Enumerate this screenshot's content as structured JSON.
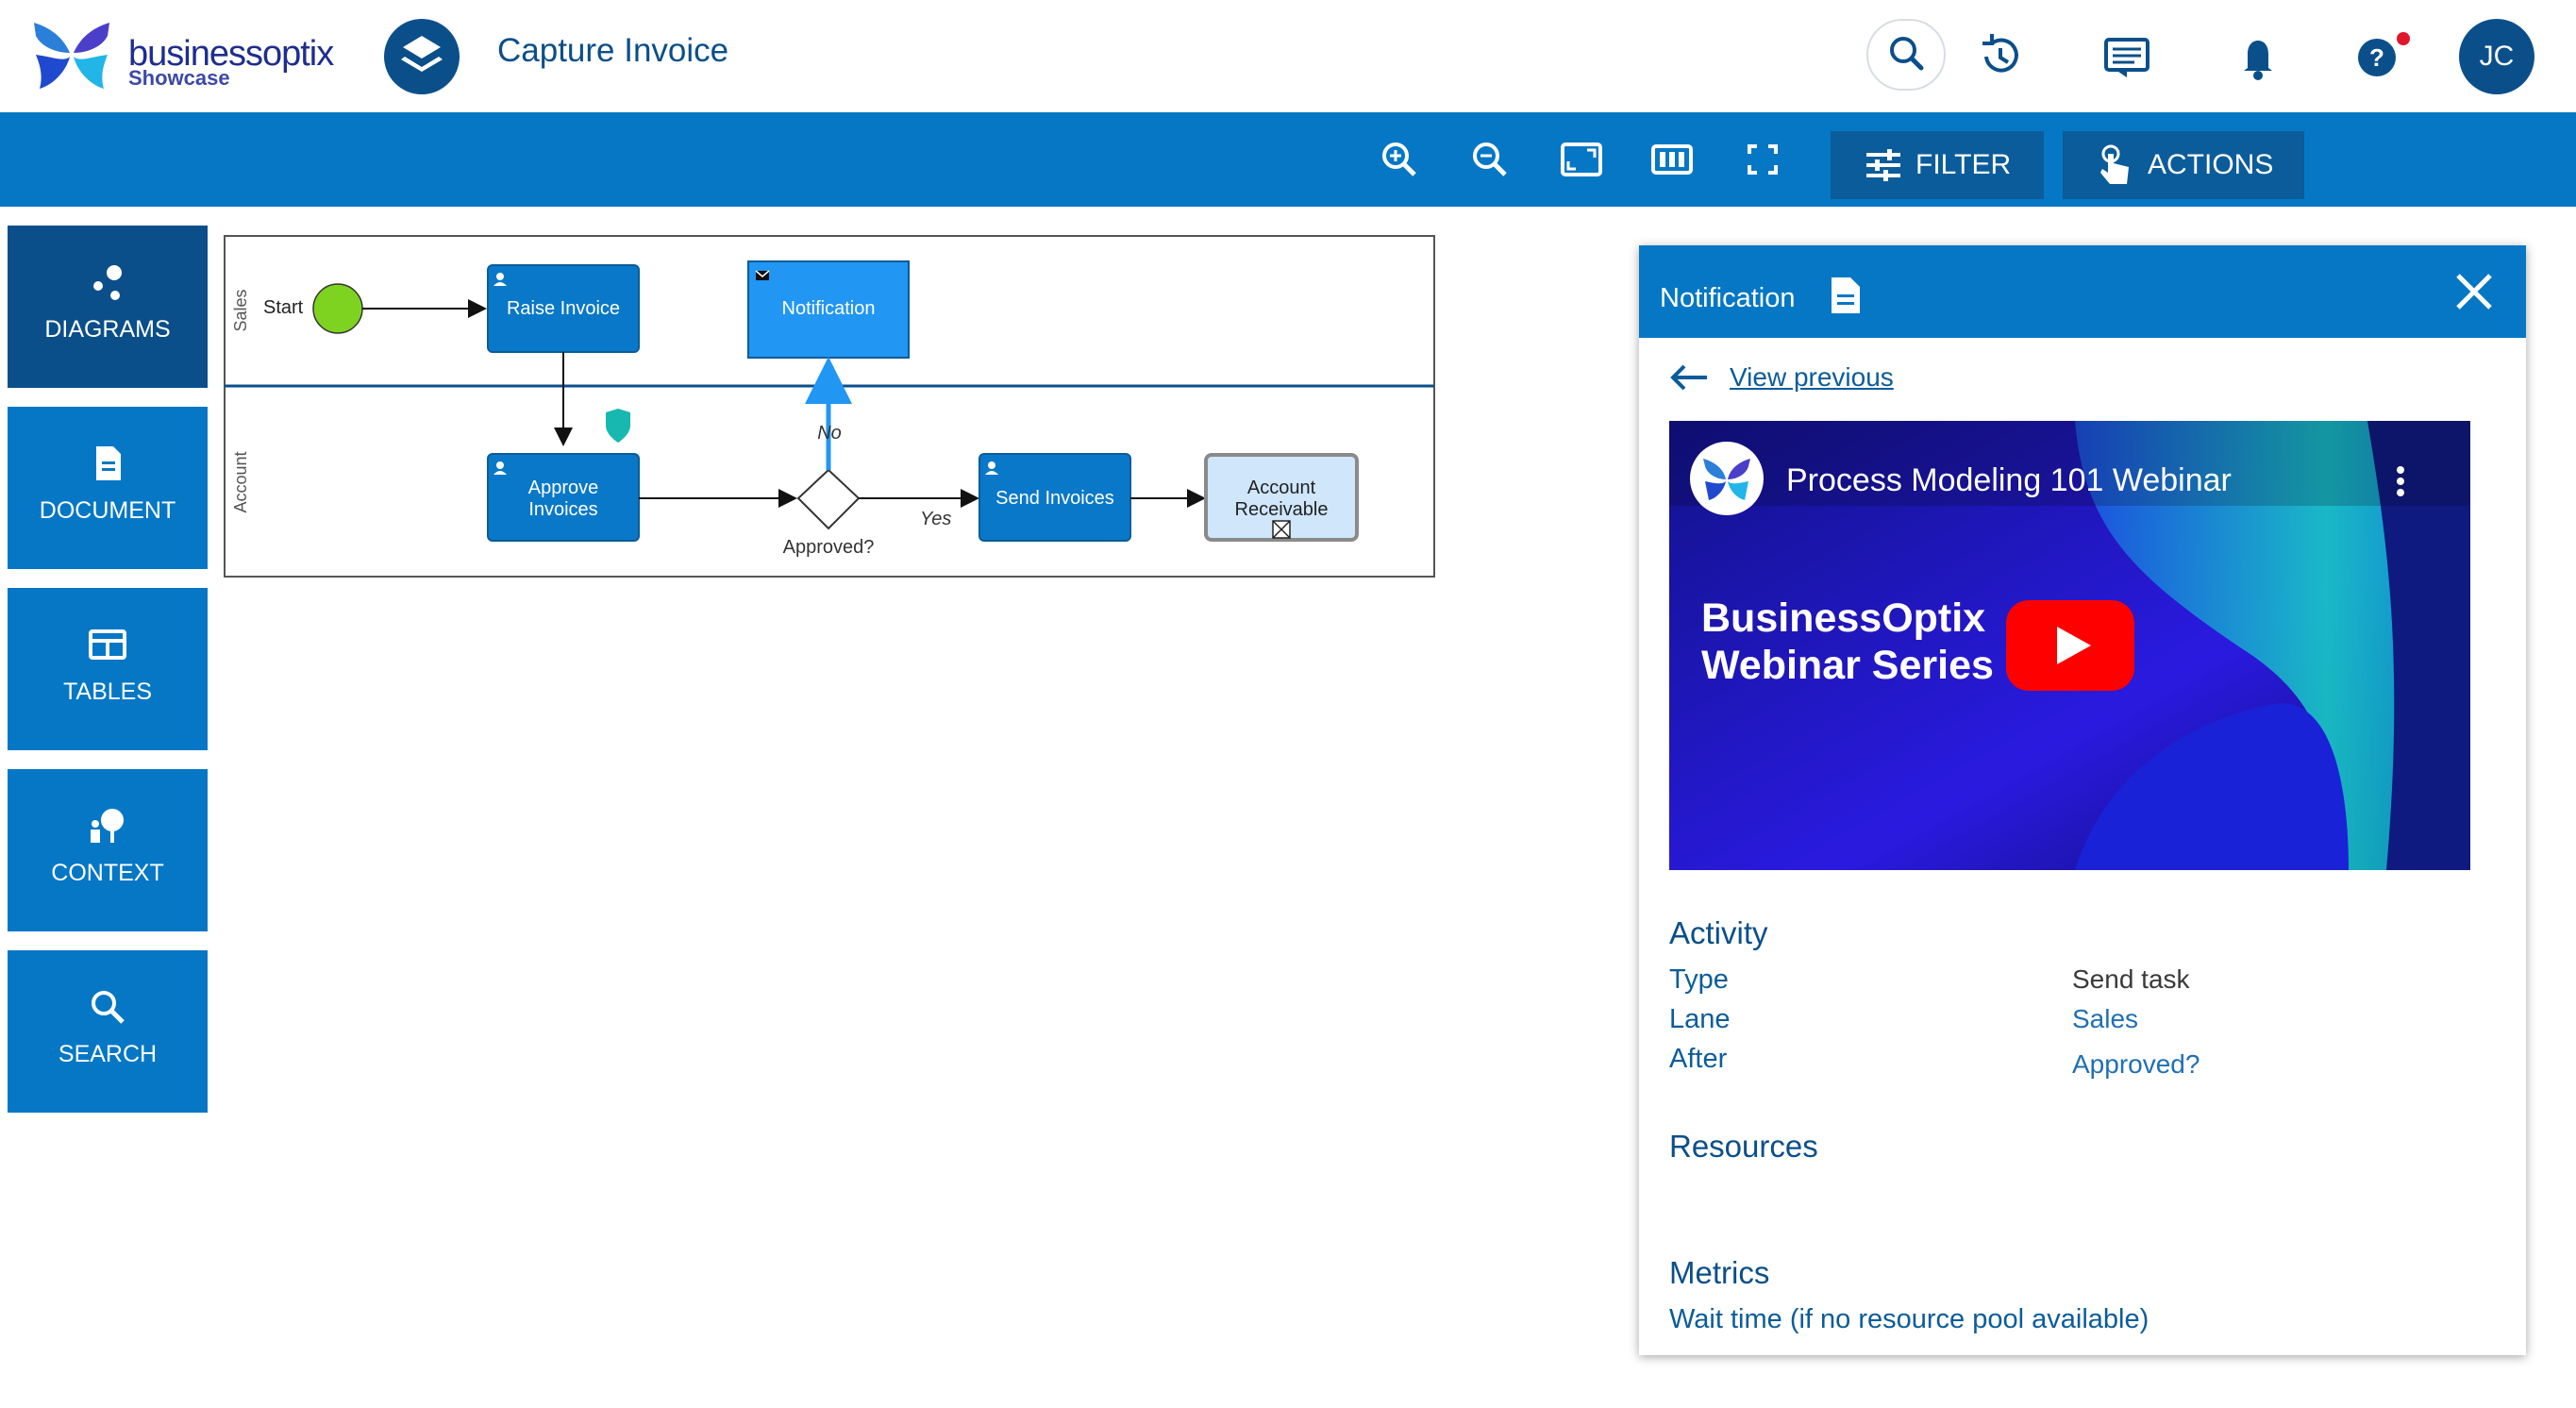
{
  "header": {
    "logo_text": "businessoptix",
    "logo_sub": "Showcase",
    "title": "Capture Invoice",
    "avatar_initials": "JC",
    "icons": [
      "search-icon",
      "history-icon",
      "messages-icon",
      "bell-icon",
      "help-icon"
    ]
  },
  "toolbar": {
    "filter_label": "FILTER",
    "actions_label": "ACTIONS",
    "icons": [
      "zoom-in-icon",
      "zoom-out-icon",
      "fit-page-icon",
      "fit-width-icon",
      "fullscreen-icon"
    ]
  },
  "nav": {
    "items": [
      {
        "label": "DIAGRAMS",
        "icon": "diagrams-icon",
        "active": true
      },
      {
        "label": "DOCUMENT",
        "icon": "document-icon",
        "active": false
      },
      {
        "label": "TABLES",
        "icon": "tables-icon",
        "active": false
      },
      {
        "label": "CONTEXT",
        "icon": "context-icon",
        "active": false
      },
      {
        "label": "SEARCH",
        "icon": "search-icon",
        "active": false
      }
    ]
  },
  "diagram": {
    "lanes": [
      "Sales",
      "Account"
    ],
    "start_label": "Start",
    "tasks": {
      "raise": "Raise Invoice",
      "notification": "Notification",
      "approve_1": "Approve",
      "approve_2": "Invoices",
      "send": "Send Invoices",
      "account_1": "Account",
      "account_2": "Receivable"
    },
    "gateway_label": "Approved?",
    "flow_yes": "Yes",
    "flow_no": "No"
  },
  "panel": {
    "title": "Notification",
    "back_label": "View previous",
    "video": {
      "title": "Process Modeling 101 Webinar",
      "headline_1": "BusinessOptix",
      "headline_2": "Webinar Series"
    },
    "activity_title": "Activity",
    "properties": [
      {
        "key": "Type",
        "value": "Send task",
        "link": false
      },
      {
        "key": "Lane",
        "value": "Sales",
        "link": true
      },
      {
        "key": "After",
        "value": "Approved?",
        "link": true
      }
    ],
    "resources_title": "Resources",
    "metrics_title": "Metrics",
    "metrics_item": "Wait time (if no resource pool available)"
  },
  "colors": {
    "primary": "#0577c5",
    "dark_primary": "#0b4f8a",
    "task_fill": "#0a78c8",
    "selected_task": "#2196f3",
    "start_event": "#7ed321",
    "shield": "#17b8b0"
  }
}
